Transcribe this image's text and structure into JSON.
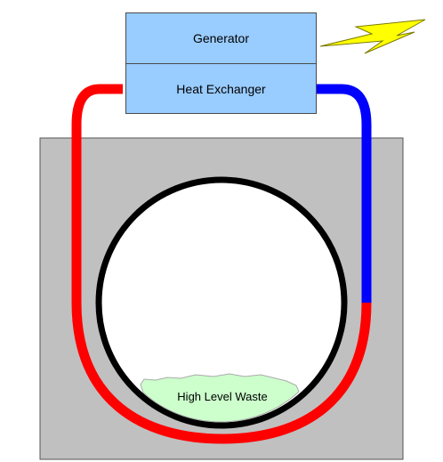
{
  "labels": {
    "generator": "Generator",
    "heat_exchanger": "Heat Exchanger",
    "waste": "High Level Waste"
  },
  "colors": {
    "background": "#ffffff",
    "vault": "#c0c0c0",
    "box_fill": "#99ccff",
    "hot_pipe": "#ff0000",
    "cold_pipe": "#0000ff",
    "tunnel_outline": "#000000",
    "waste_fill": "#ccffcc",
    "lightning": "#ffff00"
  },
  "icons": {
    "lightning": "lightning-bolt-icon"
  }
}
